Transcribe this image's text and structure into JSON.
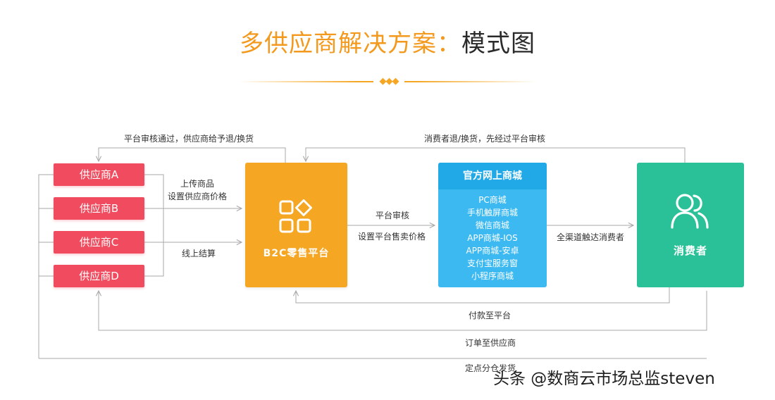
{
  "title": {
    "main": "多供应商解决方案：",
    "accent": "模式图",
    "divider_ornament": "◆◆◆"
  },
  "suppliers": [
    {
      "label": "供应商A"
    },
    {
      "label": "供应商B"
    },
    {
      "label": "供应商C"
    },
    {
      "label": "供应商D"
    }
  ],
  "b2c_platform": {
    "label": "B2C零售平台",
    "icon": "four-squares-icon"
  },
  "mall": {
    "header": "官方网上商城",
    "channels": [
      "PC商城",
      "手机触屏商城",
      "微信商城",
      "APP商城-IOS",
      "APP商城-安卓",
      "支付宝服务窗",
      "小程序商城"
    ]
  },
  "consumer": {
    "label": "消费者",
    "icon": "users-icon"
  },
  "edge_labels": {
    "top_left": "平台审核通过，供应商给予退/换货",
    "top_right": "消费者退/换货，先经过平台审核",
    "upload_1": "上传商品",
    "upload_2": "设置供应商价格",
    "settlement": "线上结算",
    "platform_review": "平台审核",
    "platform_price": "设置平台售卖价格",
    "all_channel": "全渠道触达消费者",
    "pay_platform": "付款至平台",
    "order_supplier": "订单至供应商",
    "delivery": "定点分仓发货"
  },
  "colors": {
    "title_orange": "#f39a1e",
    "supplier_red": "#f04b5e",
    "b2c_orange": "#f5a623",
    "mall_blue": "#3db9f2",
    "mall_header_blue": "#20a9e6",
    "consumer_green": "#2ac198",
    "line_gray": "#a9a9a9"
  },
  "watermark": "头条 @数商云市场总监steven"
}
